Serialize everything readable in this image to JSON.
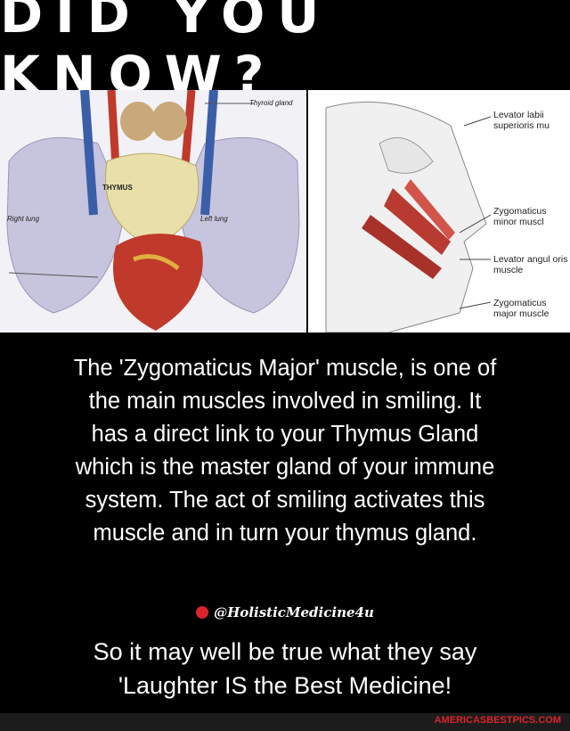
{
  "headline": "DID YOU KNOW?",
  "diagram_left": {
    "labels": {
      "thyroid": "Thyroid gland",
      "thymus": "THYMUS",
      "right_lung": "Right lung",
      "left_lung": "Left lung"
    }
  },
  "diagram_right": {
    "labels": {
      "levator_labii": "Levator labii superioris mu",
      "zygomaticus_minor": "Zygomaticus minor muscl",
      "levator_anguli": "Levator angul oris muscle",
      "zygomaticus_major": "Zygomaticus major muscle"
    }
  },
  "body_lines": [
    "The 'Zygomaticus Major' muscle, is one of",
    "the main muscles involved in smiling. It",
    "has a direct link to your Thymus Gland",
    "which is the master gland of your immune",
    "system. The act of smiling activates this",
    "muscle and in turn your thymus gland."
  ],
  "credit_handle": "@HolisticMedicine4u",
  "closing_lines": [
    "So it may well be true what they say",
    "'Laughter IS the Best Medicine!"
  ],
  "watermark": "AMERICASBESTPICS.COM",
  "colors": {
    "background": "#000000",
    "text": "#ffffff",
    "watermark": "#d9242b",
    "credit_dot": "#d9242b"
  }
}
